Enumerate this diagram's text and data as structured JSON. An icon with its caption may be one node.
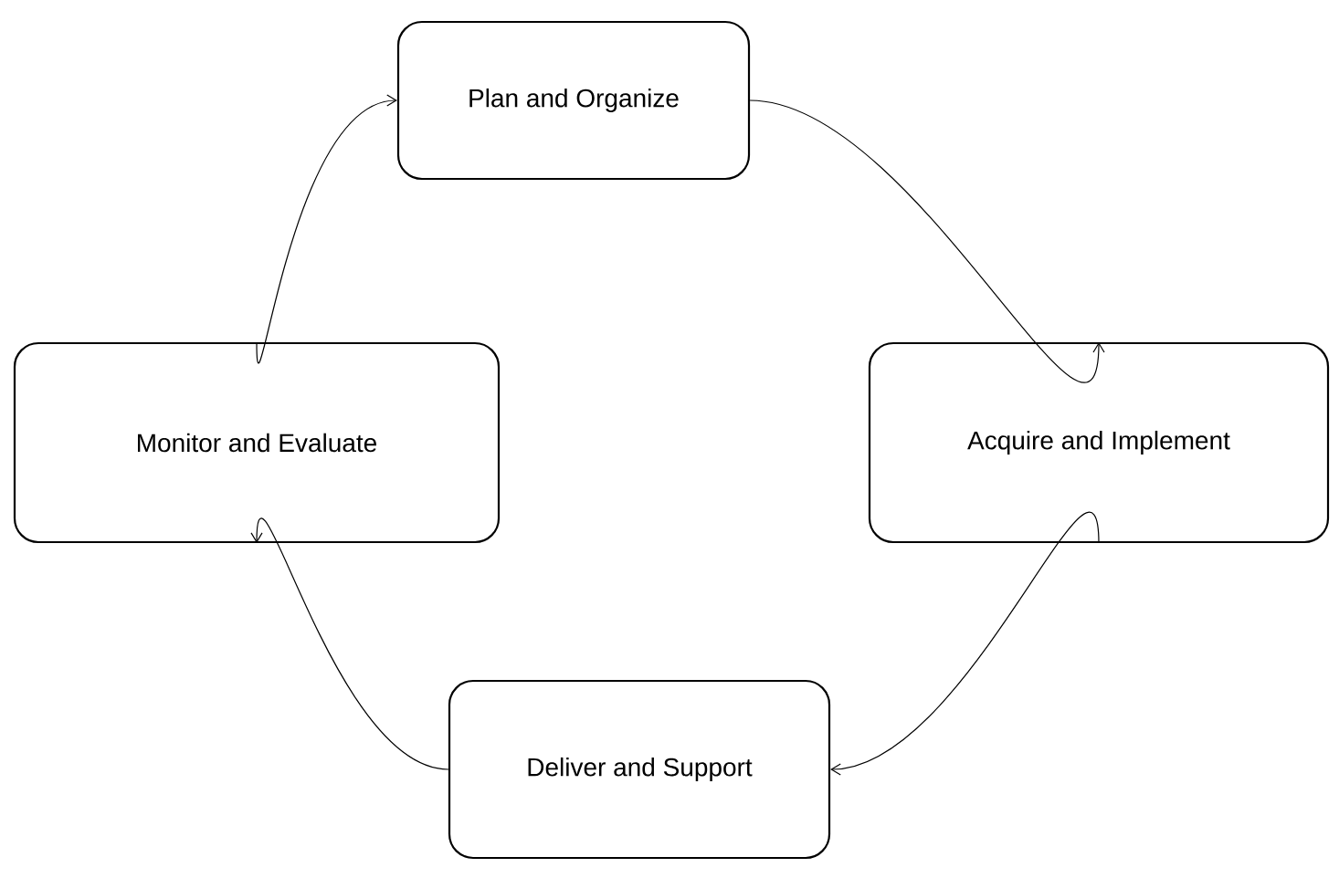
{
  "diagram": {
    "nodes": [
      {
        "text": [
          "Plan and Organize"
        ]
      },
      {
        "text": [
          "Acquire and Implement"
        ]
      },
      {
        "text": [
          "Deliver and Support"
        ]
      },
      {
        "text": [
          "Monitor and Evaluate"
        ]
      }
    ],
    "edges": [
      {
        "from": 3,
        "to": 0,
        "arrow": "to"
      },
      {
        "from": 0,
        "to": 1,
        "arrow": "to"
      },
      {
        "from": 1,
        "to": 2,
        "arrow": "to"
      },
      {
        "from": 2,
        "to": 3,
        "arrow": "to"
      }
    ]
  }
}
